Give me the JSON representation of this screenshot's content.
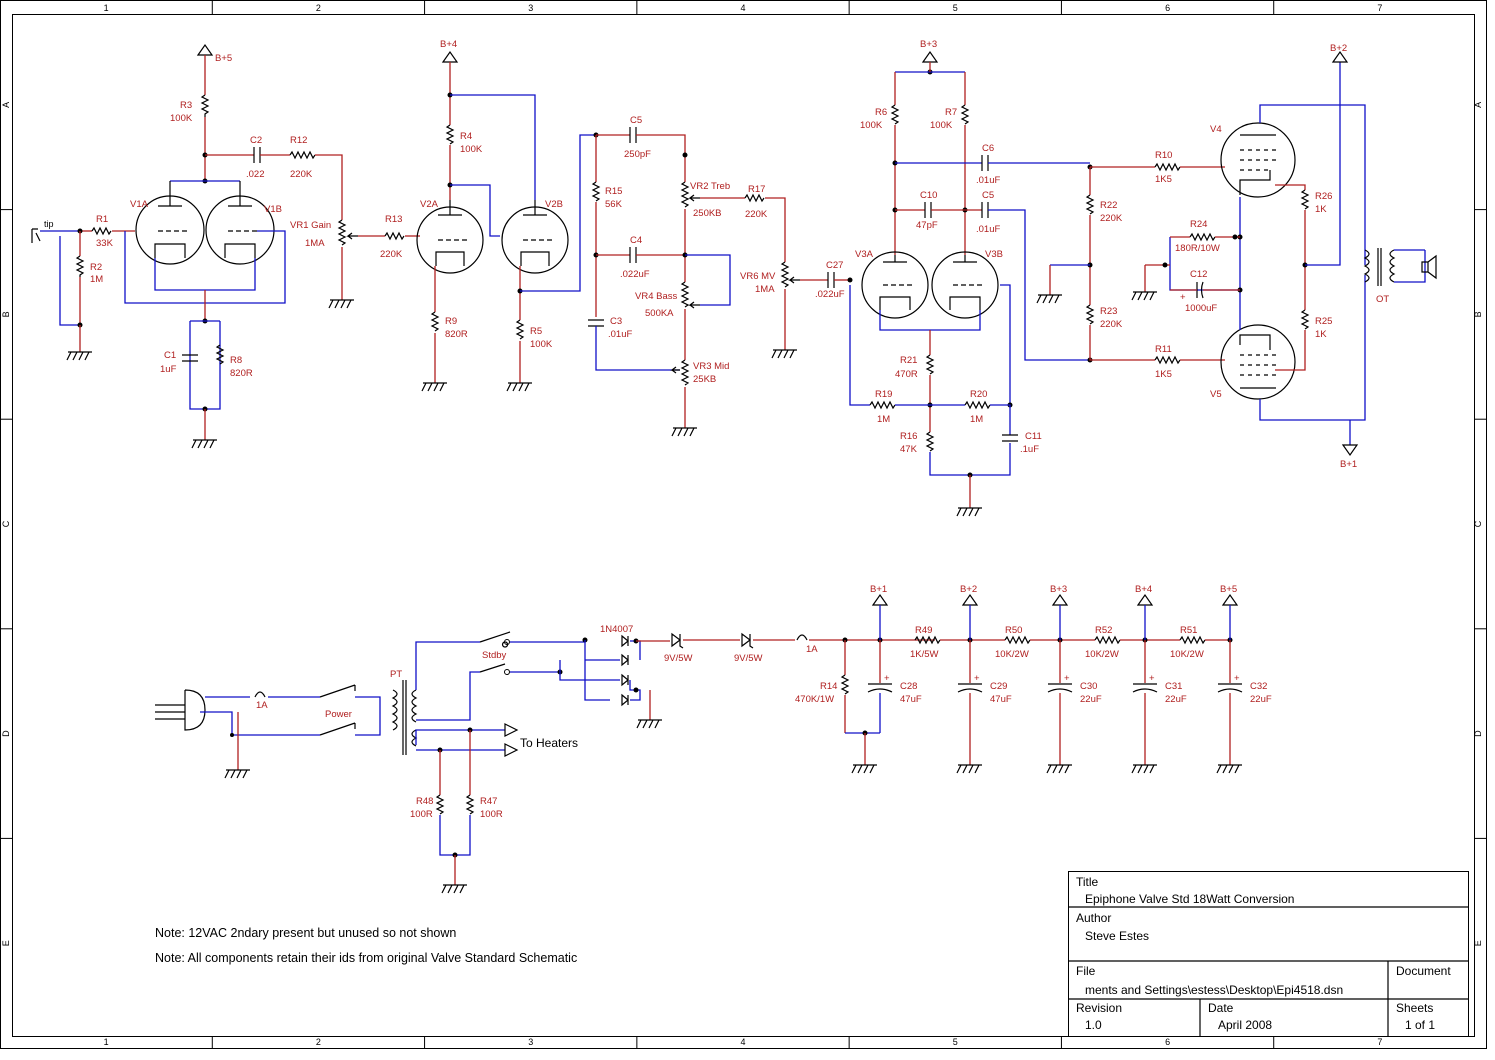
{
  "border": {
    "columns": [
      "1",
      "2",
      "3",
      "4",
      "5",
      "6",
      "7"
    ],
    "rows": [
      "A",
      "B",
      "C",
      "D",
      "E"
    ]
  },
  "rails": [
    "B+5",
    "B+4",
    "B+3",
    "B+2",
    "B+1"
  ],
  "components": {
    "R1": {
      "ref": "R1",
      "value": "33K"
    },
    "R2": {
      "ref": "R2",
      "value": "1M"
    },
    "R3": {
      "ref": "R3",
      "value": "100K"
    },
    "R4": {
      "ref": "R4",
      "value": "100K"
    },
    "R5": {
      "ref": "R5",
      "value": "100K"
    },
    "R6": {
      "ref": "R6",
      "value": "100K"
    },
    "R7": {
      "ref": "R7",
      "value": "100K"
    },
    "R8": {
      "ref": "R8",
      "value": "820R"
    },
    "R9": {
      "ref": "R9",
      "value": "820R"
    },
    "R10": {
      "ref": "R10",
      "value": "1K5"
    },
    "R11": {
      "ref": "R11",
      "value": "1K5"
    },
    "R12": {
      "ref": "R12",
      "value": "220K"
    },
    "R13": {
      "ref": "R13",
      "value": "220K"
    },
    "R14": {
      "ref": "R14",
      "value": "470K/1W"
    },
    "R15": {
      "ref": "R15",
      "value": "56K"
    },
    "R16": {
      "ref": "R16",
      "value": "47K"
    },
    "R17": {
      "ref": "R17",
      "value": "220K"
    },
    "R19": {
      "ref": "R19",
      "value": "1M"
    },
    "R20": {
      "ref": "R20",
      "value": "1M"
    },
    "R21": {
      "ref": "R21",
      "value": "470R"
    },
    "R22": {
      "ref": "R22",
      "value": "220K"
    },
    "R23": {
      "ref": "R23",
      "value": "220K"
    },
    "R24": {
      "ref": "R24",
      "value": "180R/10W"
    },
    "R25": {
      "ref": "R25",
      "value": "1K"
    },
    "R26": {
      "ref": "R26",
      "value": "1K"
    },
    "R47": {
      "ref": "R47",
      "value": "100R"
    },
    "R48": {
      "ref": "R48",
      "value": "100R"
    },
    "R49": {
      "ref": "R49",
      "value": "1K/5W"
    },
    "R50": {
      "ref": "R50",
      "value": "10K/2W"
    },
    "R51": {
      "ref": "R51",
      "value": "10K/2W"
    },
    "R52": {
      "ref": "R52",
      "value": "10K/2W"
    },
    "C1": {
      "ref": "C1",
      "value": "1uF"
    },
    "C2": {
      "ref": "C2",
      "value": ".022"
    },
    "C3": {
      "ref": "C3",
      "value": ".01uF"
    },
    "C4": {
      "ref": "C4",
      "value": ".022uF"
    },
    "C5a": {
      "ref": "C5",
      "value": "250pF"
    },
    "C5b": {
      "ref": "C5",
      "value": ".01uF"
    },
    "C6": {
      "ref": "C6",
      "value": ".01uF"
    },
    "C10": {
      "ref": "C10",
      "value": "47pF"
    },
    "C11": {
      "ref": "C11",
      "value": ".1uF"
    },
    "C12": {
      "ref": "C12",
      "value": "1000uF"
    },
    "C27": {
      "ref": "C27",
      "value": ".022uF"
    },
    "C28": {
      "ref": "C28",
      "value": "47uF"
    },
    "C29": {
      "ref": "C29",
      "value": "47uF"
    },
    "C30": {
      "ref": "C30",
      "value": "22uF"
    },
    "C31": {
      "ref": "C31",
      "value": "22uF"
    },
    "C32": {
      "ref": "C32",
      "value": "22uF"
    },
    "VR1": {
      "ref": "VR1 Gain",
      "value": "1MA"
    },
    "VR2": {
      "ref": "VR2 Treb",
      "value": "250KB"
    },
    "VR3": {
      "ref": "VR3 Mid",
      "value": "25KB"
    },
    "VR4": {
      "ref": "VR4 Bass",
      "value": "500KA"
    },
    "VR6": {
      "ref": "VR6 MV",
      "value": "1MA"
    },
    "Z1": {
      "ref": "",
      "value": "9V/5W"
    },
    "Z2": {
      "ref": "",
      "value": "9V/5W"
    }
  },
  "tubes": {
    "V1A": "V1A",
    "V1B": "V1B",
    "V2A": "V2A",
    "V2B": "V2B",
    "V3A": "V3A",
    "V3B": "V3B",
    "V4": "V4",
    "V5": "V5"
  },
  "labels": {
    "tip": "tip",
    "ot": "OT",
    "pt": "PT",
    "power": "Power",
    "stdby": "Stdby",
    "fuse_main": "1A",
    "fuse_ht": "1A",
    "diode": "1N4007",
    "to_heaters": "To Heaters"
  },
  "notes": [
    "Note: 12VAC 2ndary present but unused so not shown",
    "Note: All components retain their ids from original Valve Standard Schematic"
  ],
  "title_block": {
    "title_label": "Title",
    "title": "Epiphone Valve Std 18Watt Conversion",
    "author_label": "Author",
    "author": "Steve Estes",
    "file_label": "File",
    "file": "ments and Settings\\estess\\Desktop\\Epi4518.dsn",
    "document_label": "Document",
    "revision_label": "Revision",
    "revision": "1.0",
    "date_label": "Date",
    "date": "April 2008",
    "sheets_label": "Sheets",
    "sheets": "1 of 1"
  },
  "colors": {
    "wire_blue": "#1010c8",
    "wire_red": "#b02020",
    "label_red": "#b02020",
    "ink": "#000000"
  }
}
